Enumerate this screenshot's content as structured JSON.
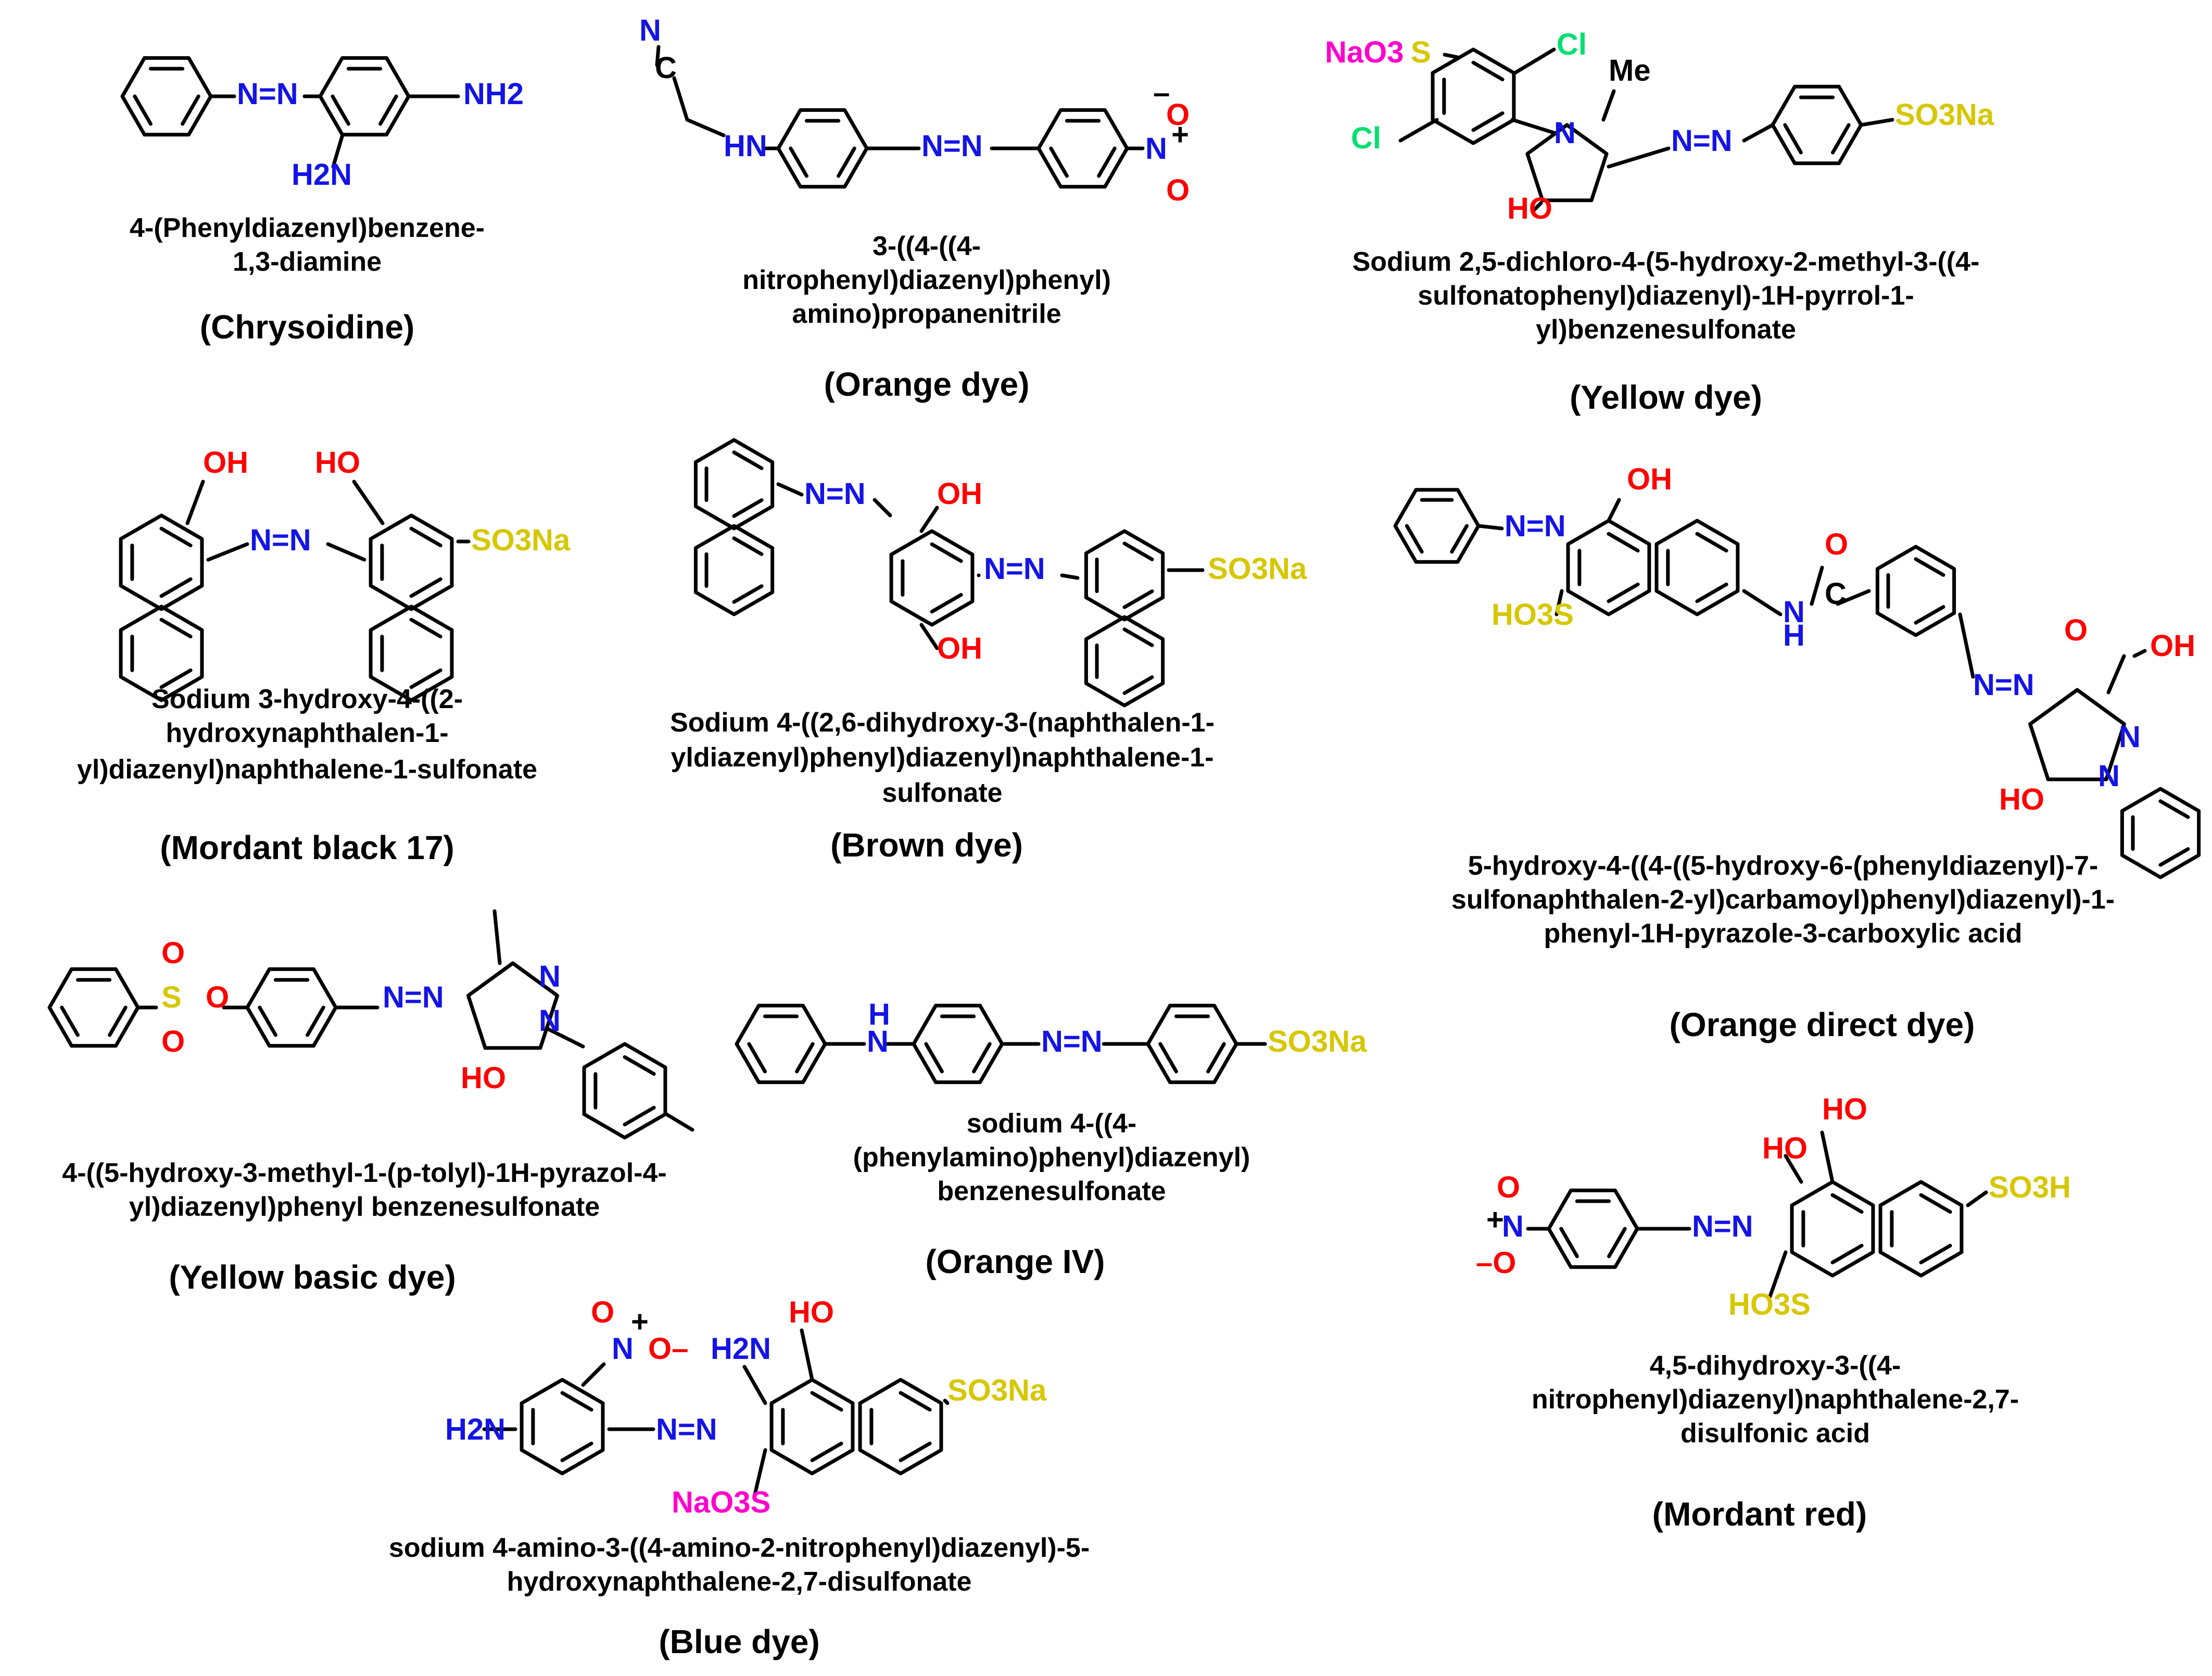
{
  "atom_colors": {
    "N": "#1414e6",
    "O": "#ff0000",
    "S": "#d6c700",
    "Na": "#ff00cc",
    "Cl": "#00e070",
    "C": "#000000"
  },
  "compounds": [
    {
      "iupac_lines": [
        "4-(Phenyldiazenyl)benzene-",
        "1,3-diamine"
      ],
      "common_name": "(Chrysoidine)",
      "labels": [
        "N=N",
        "NH2",
        "H2N"
      ]
    },
    {
      "iupac_lines": [
        "3-((4-((4-",
        "nitrophenyl)diazenyl)phenyl)",
        "amino)propanenitrile"
      ],
      "common_name": "(Orange dye)",
      "labels": [
        "N",
        "C",
        "HN",
        "N=N",
        "N",
        "+",
        "O",
        "O",
        "–"
      ]
    },
    {
      "iupac_lines": [
        "Sodium 2,5-dichloro-4-(5-hydroxy-2-methyl-3-((4-",
        "sulfonatophenyl)diazenyl)-1H-pyrrol-1-",
        "yl)benzenesulfonate"
      ],
      "common_name": "(Yellow dye)",
      "labels": [
        "NaO3",
        "S",
        "Cl",
        "Cl",
        "Me",
        "N",
        "HO",
        "N=N",
        "SO3Na"
      ]
    },
    {
      "iupac_lines": [
        "Sodium 3-hydroxy-4-((2-",
        "hydroxynaphthalen-1-",
        "yl)diazenyl)naphthalene-1-sulfonate"
      ],
      "common_name": "(Mordant black 17)",
      "labels": [
        "OH",
        "HO",
        "N=N",
        "SO3Na"
      ]
    },
    {
      "iupac_lines": [
        "Sodium 4-((2,6-dihydroxy-3-(naphthalen-1-",
        "yldiazenyl)phenyl)diazenyl)naphthalene-1-",
        "sulfonate"
      ],
      "common_name": "(Brown dye)",
      "labels": [
        "N=N",
        "OH",
        "N=N",
        "OH",
        "SO3Na"
      ]
    },
    {
      "iupac_lines": [
        "5-hydroxy-4-((4-((5-hydroxy-6-(phenyldiazenyl)-7-",
        "sulfonaphthalen-2-yl)carbamoyl)phenyl)diazenyl)-1-",
        "phenyl-1H-pyrazole-3-carboxylic acid"
      ],
      "common_name": "(Orange direct dye)",
      "labels": [
        "N=N",
        "OH",
        "HO3S",
        "N",
        "H",
        "O",
        "C",
        "N=N",
        "O",
        "OH",
        "N",
        "N",
        "HO"
      ]
    },
    {
      "iupac_lines": [
        "4-((5-hydroxy-3-methyl-1-(p-tolyl)-1H-pyrazol-4-",
        "yl)diazenyl)phenyl benzenesulfonate"
      ],
      "common_name": "(Yellow basic dye)",
      "labels": [
        "O",
        "S",
        "O",
        "O",
        "N=N",
        "N",
        "N",
        "HO"
      ]
    },
    {
      "iupac_lines": [
        "sodium 4-((4-",
        "(phenylamino)phenyl)diazenyl)",
        "benzenesulfonate"
      ],
      "common_name": "(Orange IV)",
      "labels": [
        "H",
        "N",
        "N=N",
        "SO3Na"
      ]
    },
    {
      "iupac_lines": [
        "4,5-dihydroxy-3-((4-",
        "nitrophenyl)diazenyl)naphthalene-2,7-",
        "disulfonic acid"
      ],
      "common_name": "(Mordant red)",
      "labels": [
        "HO",
        "HO",
        "O",
        "+",
        "N",
        "–O",
        "N=N",
        "SO3H",
        "HO3S"
      ]
    },
    {
      "iupac_lines": [
        "sodium 4-amino-3-((4-amino-2-nitrophenyl)diazenyl)-5-",
        "hydroxynaphthalene-2,7-disulfonate"
      ],
      "common_name": "(Blue dye)",
      "labels": [
        "O",
        "+",
        "N",
        "O–",
        "H2N",
        "HO",
        "H2N",
        "N=N",
        "SO3Na",
        "NaO3S"
      ]
    }
  ]
}
